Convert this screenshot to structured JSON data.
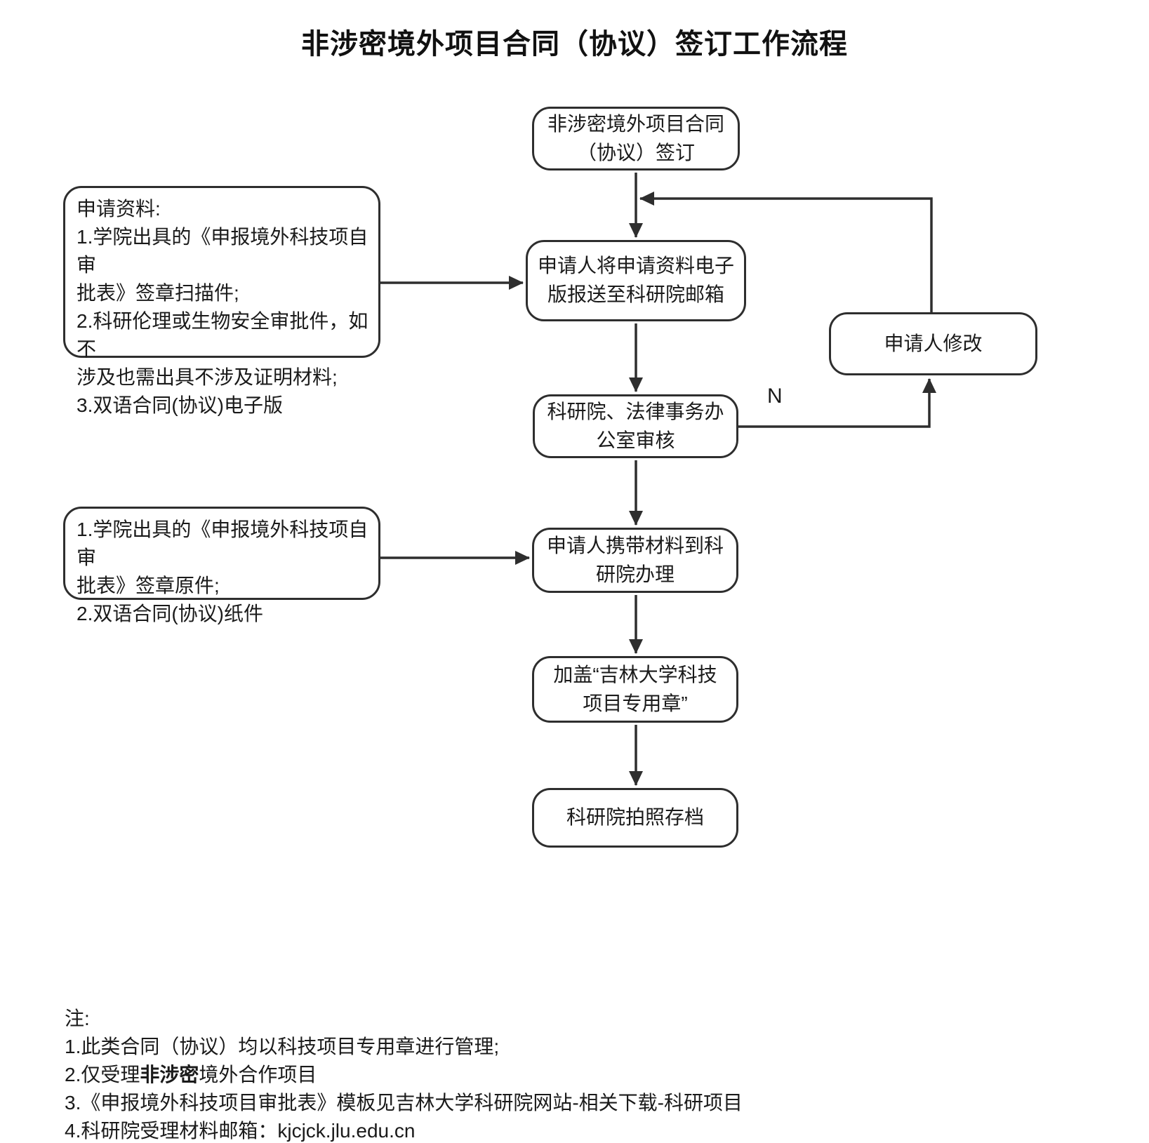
{
  "title": "非涉密境外项目合同（协议）签订工作流程",
  "colors": {
    "line": "#2e2e2e",
    "text": "#1a1a1a",
    "background": "#ffffff"
  },
  "flow": {
    "start": "非涉密境外项目合同\n（协议）签订",
    "send": "申请人将申请资料电子\n版报送至科研院邮箱",
    "review": "科研院、法律事务办\n公室审核",
    "modify": "申请人修改",
    "bring": "申请人携带材料到科\n研院办理",
    "stamp": "加盖“吉林大学科技\n项目专用章”",
    "archive": "科研院拍照存档",
    "decision_label": "N"
  },
  "attachments": {
    "electronic": "申请资料:\n1.学院出具的《申报境外科技项自审\n批表》签章扫描件;\n2.科研伦理或生物安全审批件，如不\n涉及也需出具不涉及证明材料;\n3.双语合同(协议)电子版",
    "paper": "1.学院出具的《申报境外科技项自审\n批表》签章原件;\n2.双语合同(协议)纸件"
  },
  "notes": {
    "heading": "注:",
    "item1": "1.此类合同（协议）均以科技项目专用章进行管理;",
    "item2_prefix": "2.仅受理",
    "item2_bold": "非涉密",
    "item2_suffix": "境外合作项目",
    "item3": "3.《申报境外科技项目审批表》模板见吉林大学科研院网站-相关下载-科研项目",
    "item4": "4.科研院受理材料邮箱：kjcjck.jlu.edu.cn"
  }
}
